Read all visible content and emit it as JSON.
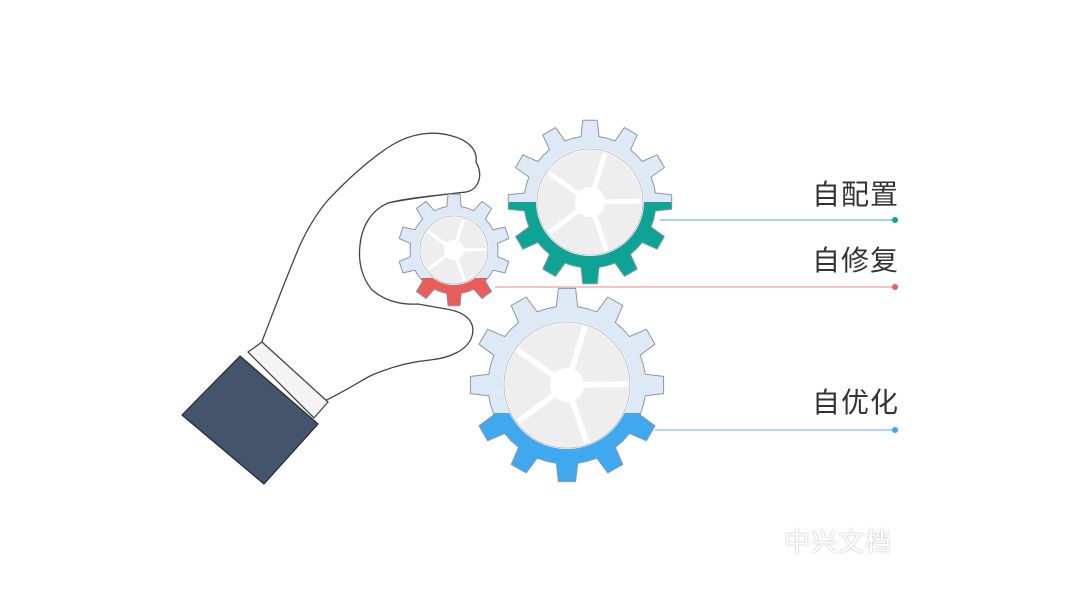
{
  "labels": {
    "config": "自配置",
    "repair": "自修复",
    "optimize": "自优化"
  },
  "watermark": "中兴文档",
  "colors": {
    "gear_light": "#dfe9f6",
    "gear_stroke": "#8a96a8",
    "hub": "#eeeeee",
    "teal": "#0fa396",
    "red": "#e95e5b",
    "blue": "#3fa8ee",
    "sleeve": "#44546a",
    "leader_teal": "#63c3b8",
    "leader_red": "#f0a09e",
    "leader_blue": "#7cc4f3"
  },
  "icons": {
    "hand": "hand-pinching-icon",
    "gear": "gear-icon"
  }
}
